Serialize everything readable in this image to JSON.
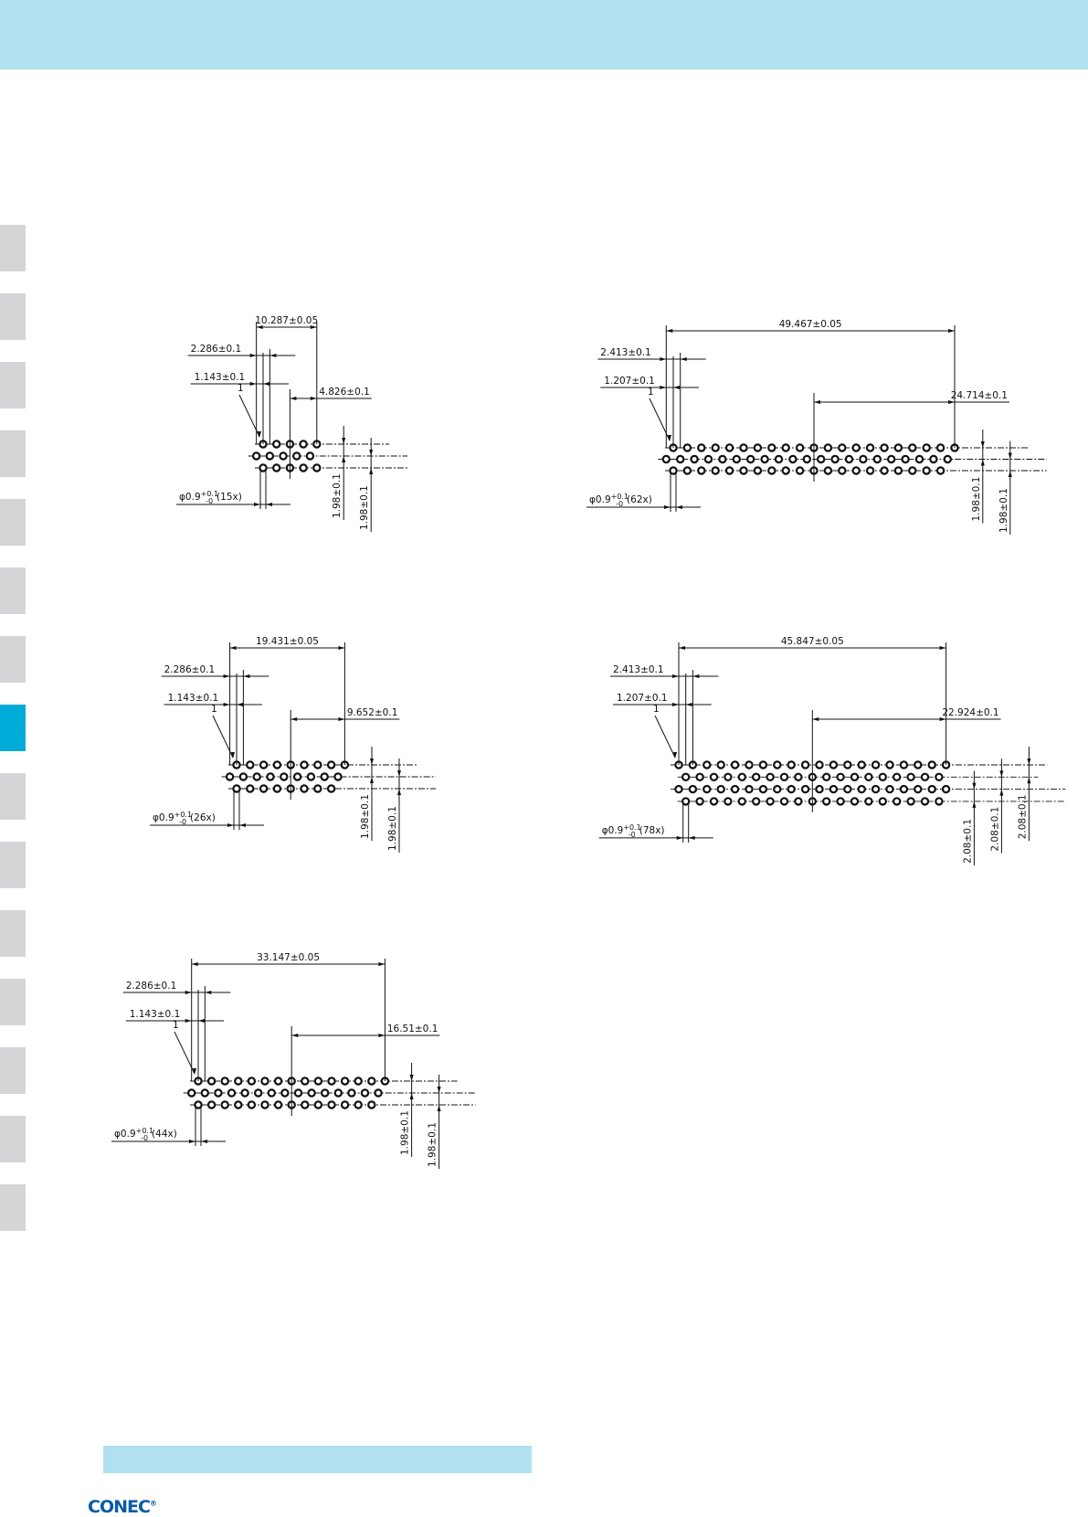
{
  "colors": {
    "header": "#b1e0ef",
    "tab": "#d4d5d7",
    "tab_active": "#00acd7",
    "logo": "#0a5aa6"
  },
  "side_tabs": {
    "count": 15,
    "active_index": 7
  },
  "logo": {
    "text": "CONEC",
    "mark": "®"
  },
  "drawings": [
    {
      "pin_count": "(15x)",
      "overall": "10.287±0.05",
      "pitch2": "2.286±0.1",
      "pitch1": "1.143±0.1",
      "half": "4.826±0.1",
      "pin1": "1",
      "diameter": "φ0.9",
      "tol_upper": "+0.1",
      "tol_lower": "-0",
      "vdims": [
        "1.98±0.1",
        "1.98±0.1"
      ]
    },
    {
      "pin_count": "(62x)",
      "overall": "49.467±0.05",
      "pitch2": "2.413±0.1",
      "pitch1": "1.207±0.1",
      "half": "24.714±0.1",
      "pin1": "1",
      "diameter": "φ0.9",
      "tol_upper": "+0.1",
      "tol_lower": "-0",
      "vdims": [
        "1.98±0.1",
        "1.98±0.1"
      ]
    },
    {
      "pin_count": "(26x)",
      "overall": "19.431±0.05",
      "pitch2": "2.286±0.1",
      "pitch1": "1.143±0.1",
      "half": "9.652±0.1",
      "pin1": "1",
      "diameter": "φ0.9",
      "tol_upper": "+0.1",
      "tol_lower": "-0",
      "vdims": [
        "1.98±0.1",
        "1.98±0.1"
      ]
    },
    {
      "pin_count": "(78x)",
      "overall": "45.847±0.05",
      "pitch2": "2.413±0.1",
      "pitch1": "1.207±0.1",
      "half": "22.924±0.1",
      "pin1": "1",
      "diameter": "φ0.9",
      "tol_upper": "+0.1",
      "tol_lower": "-0",
      "vdims": [
        "2.08±0.1",
        "2.08±0.1",
        "2.08±0.1"
      ]
    },
    {
      "pin_count": "(44x)",
      "overall": "33.147±0.05",
      "pitch2": "2.286±0.1",
      "pitch1": "1.143±0.1",
      "half": "16.51±0.1",
      "pin1": "1",
      "diameter": "φ0.9",
      "tol_upper": "+0.1",
      "tol_lower": "-0",
      "vdims": [
        "1.98±0.1",
        "1.98±0.1"
      ]
    }
  ]
}
